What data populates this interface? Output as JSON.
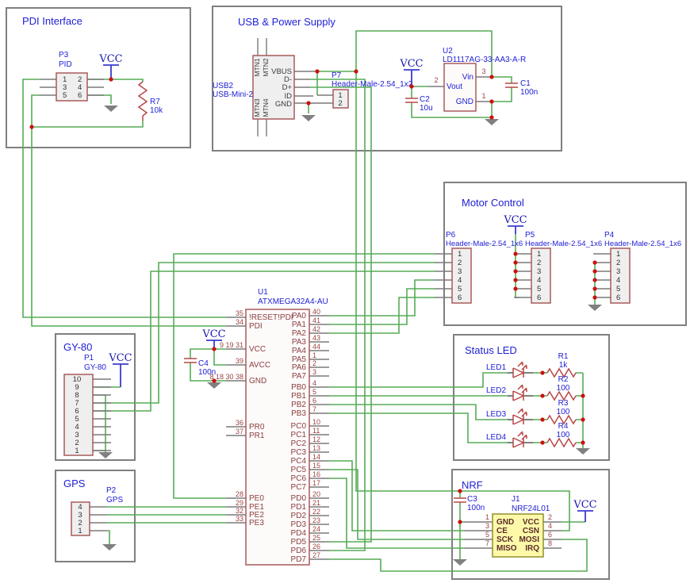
{
  "net": {
    "vcc": "VCC"
  },
  "colors": {
    "wire": "#57ab57",
    "component_outline": "#a85a5a",
    "label_blue": "#2020d6",
    "pin_text": "#8b3e3e",
    "box_gray": "#7f7f7f",
    "junction_red": "#cc1111",
    "nrf_yellow": "#fdf9a9"
  },
  "sections": {
    "pdi": {
      "title": "PDI Interface"
    },
    "usb": {
      "title": "USB & Power Supply"
    },
    "motor": {
      "title": "Motor Control"
    },
    "gy80": {
      "title": "GY-80"
    },
    "gps": {
      "title": "GPS"
    },
    "led": {
      "title": "Status LED"
    },
    "nrf": {
      "title": "NRF"
    }
  },
  "p3": {
    "ref": "P3",
    "value": "PID",
    "pins": [
      "1",
      "2",
      "3",
      "4",
      "5",
      "6"
    ]
  },
  "r7": {
    "ref": "R7",
    "value": "10k"
  },
  "usb2": {
    "ref": "USB2",
    "value": "USB-Mini-2",
    "pins": [
      "VBUS",
      "D-",
      "D+",
      "ID",
      "GND"
    ],
    "mount": [
      "MTN1",
      "MTN2",
      "MTN3",
      "MTN4"
    ]
  },
  "p7": {
    "ref": "P7",
    "value": "Header-Male-2.54_1x2",
    "pins": [
      "1",
      "2"
    ]
  },
  "u2": {
    "ref": "U2",
    "value": "LD1117AG-33-AA3-A-R",
    "vin": {
      "name": "Vin",
      "num": "3"
    },
    "vout": {
      "name": "Vout",
      "num": "2"
    },
    "gnd": {
      "name": "GND",
      "num": "1"
    }
  },
  "c1": {
    "ref": "C1",
    "value": "100n"
  },
  "c2": {
    "ref": "C2",
    "value": "10u"
  },
  "c3": {
    "ref": "C3",
    "value": "100n"
  },
  "c4": {
    "ref": "C4",
    "value": "100n"
  },
  "u1": {
    "ref": "U1",
    "value": "ATXMEGA32A4-AU",
    "left": [
      {
        "n": "35",
        "nm": "!RESET!PDI"
      },
      {
        "n": "34",
        "nm": "PDI"
      },
      {
        "n": "9 19 31",
        "nm": "VCC"
      },
      {
        "n": "39",
        "nm": "AVCC"
      },
      {
        "n": "8 18 30 38",
        "nm": "GND"
      },
      {
        "n": "36",
        "nm": "PR0"
      },
      {
        "n": "37",
        "nm": "PR1"
      },
      {
        "n": "28",
        "nm": "PE0"
      },
      {
        "n": "29",
        "nm": "PE1"
      },
      {
        "n": "32",
        "nm": "PE2"
      },
      {
        "n": "33",
        "nm": "PE3"
      }
    ],
    "right": [
      {
        "n": "40",
        "nm": "PA0"
      },
      {
        "n": "41",
        "nm": "PA1"
      },
      {
        "n": "42",
        "nm": "PA2"
      },
      {
        "n": "43",
        "nm": "PA3"
      },
      {
        "n": "44",
        "nm": "PA4"
      },
      {
        "n": "1",
        "nm": "PA5"
      },
      {
        "n": "2",
        "nm": "PA6"
      },
      {
        "n": "3",
        "nm": "PA7"
      },
      {
        "n": "4",
        "nm": "PB0"
      },
      {
        "n": "5",
        "nm": "PB1"
      },
      {
        "n": "6",
        "nm": "PB2"
      },
      {
        "n": "7",
        "nm": "PB3"
      },
      {
        "n": "10",
        "nm": "PC0"
      },
      {
        "n": "11",
        "nm": "PC1"
      },
      {
        "n": "12",
        "nm": "PC2"
      },
      {
        "n": "13",
        "nm": "PC3"
      },
      {
        "n": "14",
        "nm": "PC4"
      },
      {
        "n": "15",
        "nm": "PC5"
      },
      {
        "n": "16",
        "nm": "PC6"
      },
      {
        "n": "17",
        "nm": "PC7"
      },
      {
        "n": "20",
        "nm": "PD0"
      },
      {
        "n": "21",
        "nm": "PD1"
      },
      {
        "n": "22",
        "nm": "PD2"
      },
      {
        "n": "23",
        "nm": "PD3"
      },
      {
        "n": "24",
        "nm": "PD4"
      },
      {
        "n": "25",
        "nm": "PD5"
      },
      {
        "n": "26",
        "nm": "PD6"
      },
      {
        "n": "27",
        "nm": "PD7"
      }
    ]
  },
  "p6": {
    "ref": "P6",
    "value": "Header-Male-2.54_1x6",
    "pins": [
      "1",
      "2",
      "3",
      "4",
      "5",
      "6"
    ]
  },
  "p5": {
    "ref": "P5",
    "value": "Header-Male-2.54_1x6",
    "pins": [
      "1",
      "2",
      "3",
      "4",
      "5",
      "6"
    ]
  },
  "p4": {
    "ref": "P4",
    "value": "Header-Male-2.54_1x6",
    "pins": [
      "1",
      "2",
      "3",
      "4",
      "5",
      "6"
    ]
  },
  "p1": {
    "ref": "P1",
    "value": "GY-80",
    "pins": [
      "10",
      "9",
      "8",
      "7",
      "6",
      "5",
      "4",
      "3",
      "2",
      "1"
    ]
  },
  "p2": {
    "ref": "P2",
    "value": "GPS",
    "pins": [
      "4",
      "3",
      "2",
      "1"
    ]
  },
  "leds": [
    {
      "ref": "LED1"
    },
    {
      "ref": "LED2"
    },
    {
      "ref": "LED3"
    },
    {
      "ref": "LED4"
    }
  ],
  "res": [
    {
      "ref": "R1",
      "value": "1k"
    },
    {
      "ref": "R2",
      "value": "100"
    },
    {
      "ref": "R3",
      "value": "100"
    },
    {
      "ref": "R4",
      "value": "100"
    }
  ],
  "j1": {
    "ref": "J1",
    "value": "NRF24L01",
    "left": [
      {
        "n": "1",
        "nm": "GND"
      },
      {
        "n": "3",
        "nm": "CE"
      },
      {
        "n": "5",
        "nm": "SCK"
      },
      {
        "n": "7",
        "nm": "MISO"
      }
    ],
    "right": [
      {
        "n": "2",
        "nm": "VCC"
      },
      {
        "n": "4",
        "nm": "CSN"
      },
      {
        "n": "6",
        "nm": "MOSI"
      },
      {
        "n": "8",
        "nm": "IRQ"
      }
    ]
  }
}
